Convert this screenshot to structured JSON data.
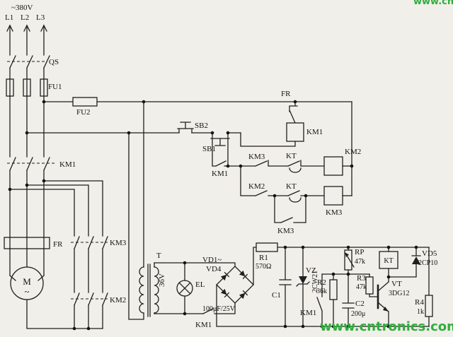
{
  "supply": {
    "voltage": "~380V",
    "l1": "L1",
    "l2": "L2",
    "l3": "L3"
  },
  "labels": {
    "qs": "QS",
    "fu1": "FU1",
    "fu2": "FU2",
    "km1_main": "KM1",
    "fr_heater": "FR",
    "km3_main": "KM3",
    "km2_main": "KM2",
    "motor_m": "M",
    "motor_tilde": "~",
    "fr_contact": "FR",
    "km1_coil": "KM1",
    "sb2": "SB2",
    "sb1": "SB1",
    "km1_holdin": "KM1",
    "km3_interlock": "KM3",
    "kt_contact_upper": "KT",
    "km2_coil": "KM2",
    "km2_contact": "KM2",
    "kt_contact_lower": "KT",
    "km3_coil": "KM3",
    "km3_bypass": "KM3",
    "transformer": "T",
    "secondary_voltage": "36V",
    "el_lamp": "EL",
    "km1_lamp": "KM1",
    "vd_group_line1": "VD1~",
    "vd_group_line2": "VD4",
    "c1_value": "100μF/25V",
    "r1": "R1",
    "r1_value": "570Ω",
    "c1": "C1",
    "vz": "VZ",
    "vz_model": "2CW21",
    "km1_discharge": "KM1",
    "rp": "RP",
    "rp_value": "47k",
    "r2": "R2",
    "r2_value": "36k",
    "c2": "C2",
    "c2_value": "200μ",
    "r3": "R3",
    "r3_value": "47k",
    "vt": "VT",
    "vt_model": "3DG12",
    "kt_coil": "KT",
    "vd5": "VD5",
    "vd5_model": "2CP10",
    "r4": "R4",
    "r4_value": "1k"
  },
  "watermark": {
    "text": "www.cntronics.com",
    "color": "#2fae3e"
  }
}
